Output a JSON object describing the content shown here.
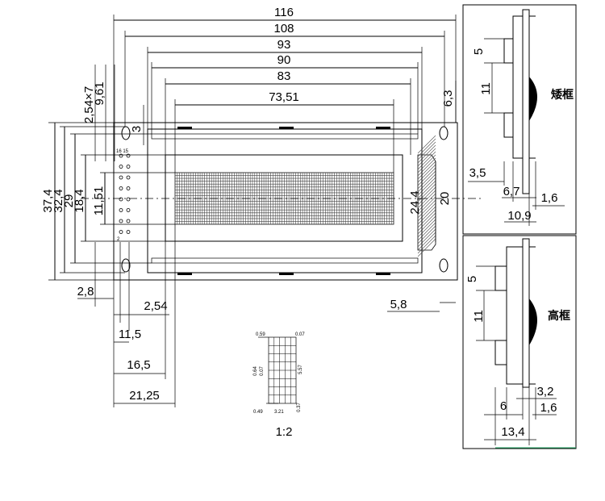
{
  "top_dims": [
    "116",
    "108",
    "93",
    "90",
    "83",
    "73,51"
  ],
  "left_dims": [
    "37,4",
    "32,4",
    "29",
    "18,4",
    "11,51"
  ],
  "pitch_dims": [
    "2,54×7",
    "9,61"
  ],
  "small_dims": {
    "hole_3": "3",
    "right_63": "6,3",
    "right_244": "24,4",
    "right_20": "20",
    "bottom_28": "2,8",
    "bottom_254": "2,54",
    "bottom_115": "11,5",
    "bottom_165": "16,5",
    "bottom_2125": "21,25",
    "bottom_58": "5,8"
  },
  "pin_labels": {
    "top": "16 15",
    "bottom": "2"
  },
  "side_top": {
    "title": "矮框",
    "dims": [
      "5",
      "11",
      "3,5",
      "6,7",
      "1,6",
      "10,9"
    ]
  },
  "side_bottom": {
    "title": "高框",
    "dims": [
      "5",
      "11",
      "3,2",
      "6",
      "1,6",
      "13,4"
    ]
  },
  "detail": {
    "labels": [
      "0.59",
      "0.07",
      "0.64",
      "0.07",
      "5.57",
      "0.49",
      "3.21",
      "0.37"
    ],
    "scale": "1:2"
  }
}
